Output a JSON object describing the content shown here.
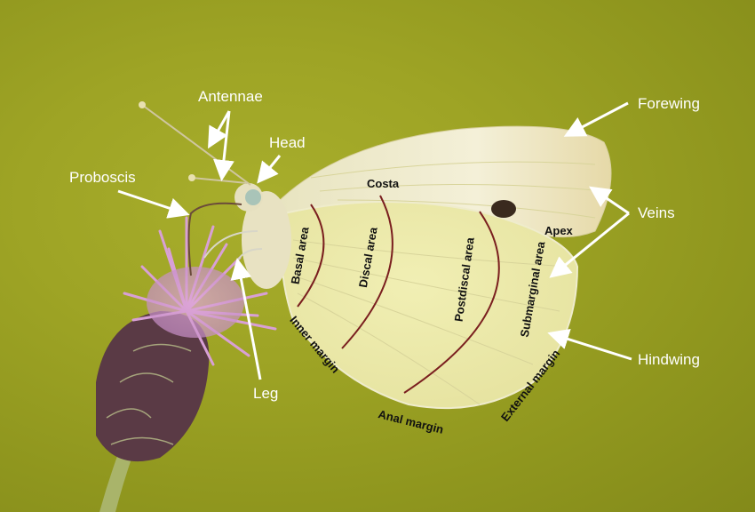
{
  "figure": {
    "subject": "Butterfly anatomy on thistle flower",
    "background_color": "#9ea425",
    "zone_line_color": "#7a1f1f"
  },
  "labels": {
    "antennae": "Antennae",
    "head": "Head",
    "proboscis": "Proboscis",
    "leg": "Leg",
    "forewing": "Forewing",
    "veins": "Veins",
    "hindwing": "Hindwing"
  },
  "wing_labels": {
    "costa": "Costa",
    "apex": "Apex",
    "basal_area": "Basal area",
    "discal_area": "Discal area",
    "postdiscal_area": "Postdiscal area",
    "submarginal_area": "Submarginal area",
    "inner_margin": "Inner margin",
    "anal_margin": "Anal margin",
    "external_margin": "External margin"
  }
}
